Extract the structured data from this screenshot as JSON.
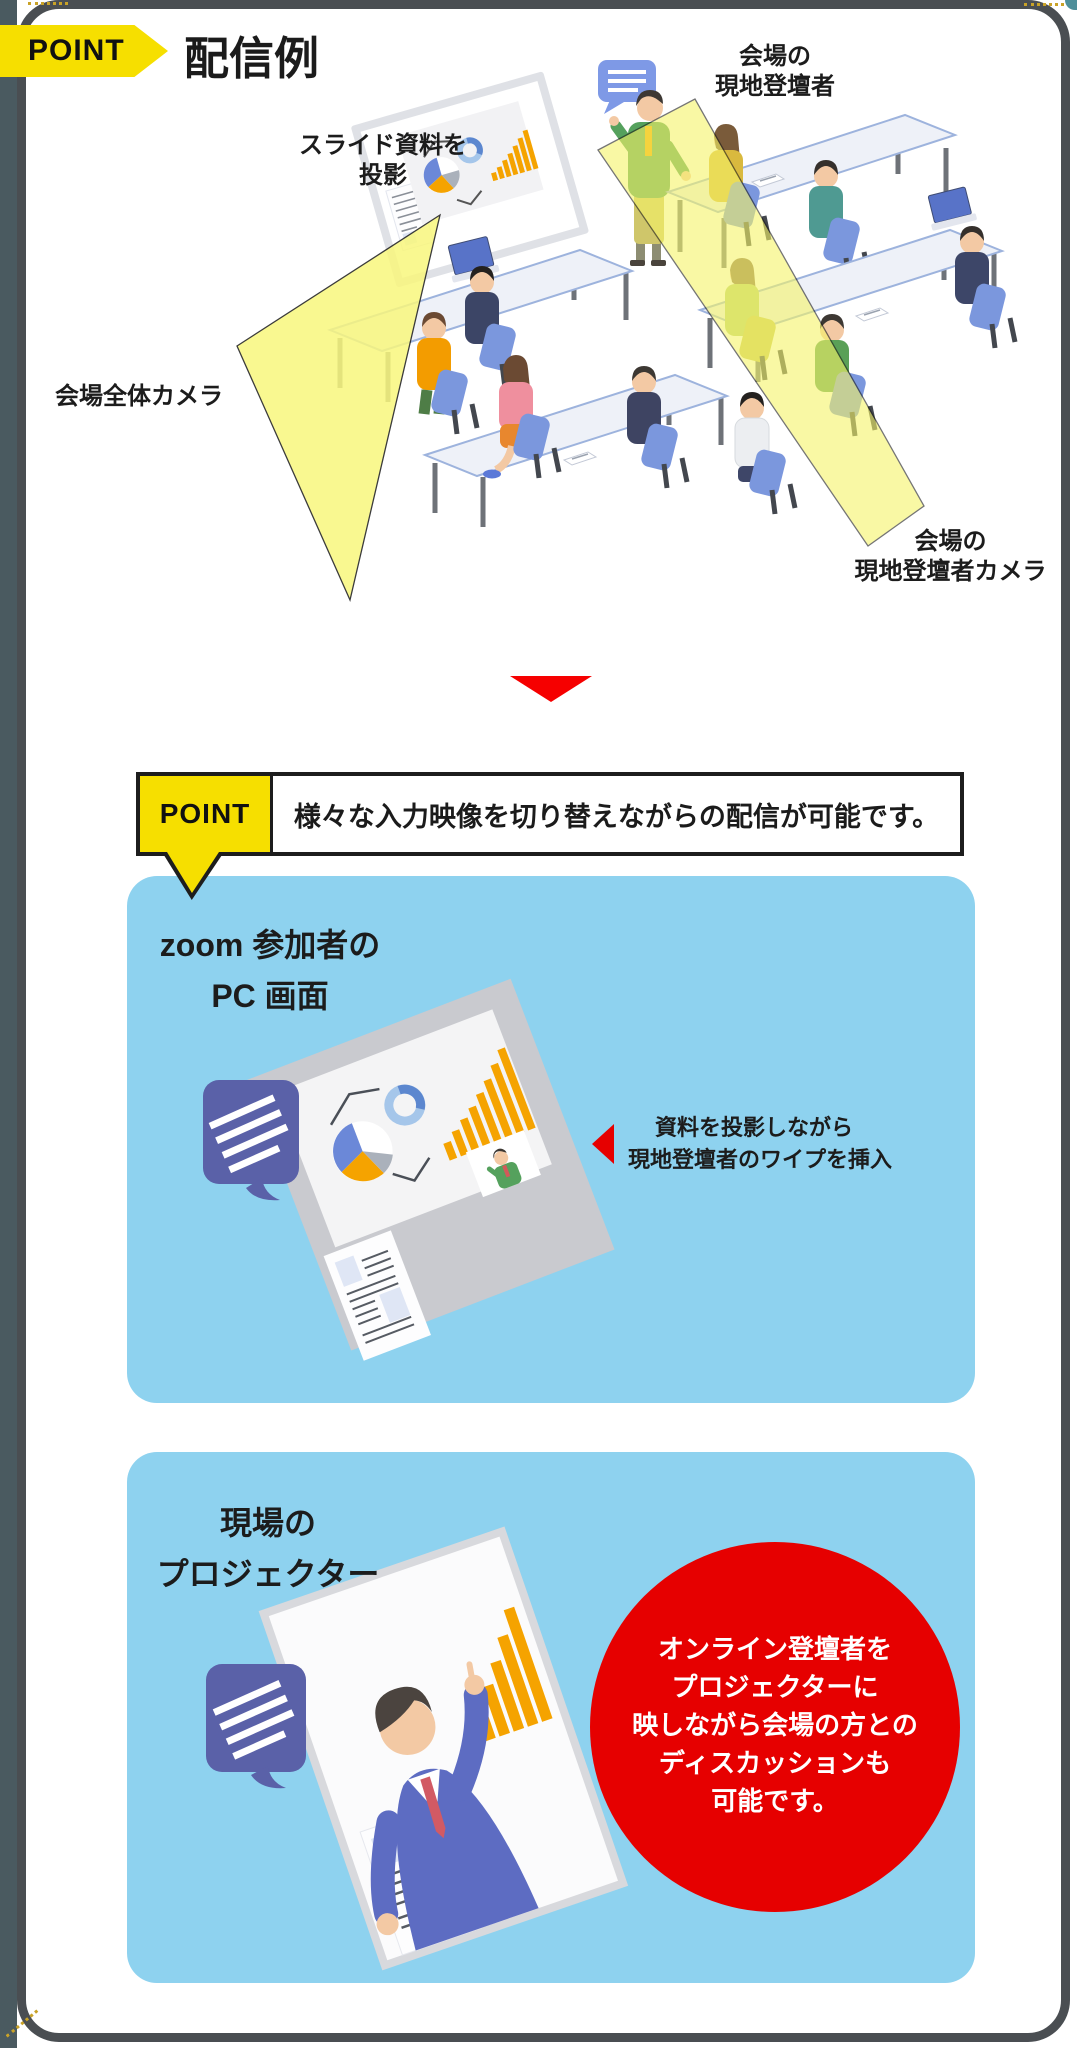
{
  "header": {
    "badge": "POINT",
    "title": "配信例"
  },
  "scene": {
    "slide_label": [
      "スライド資料を",
      "投影"
    ],
    "presenter_label": [
      "会場の",
      "現地登壇者"
    ],
    "wide_camera_label": "会場全体カメラ",
    "presenter_camera_label": [
      "会場の",
      "現地登壇者カメラ"
    ]
  },
  "point_note": {
    "badge": "POINT",
    "text": "様々な入力映像を切り替えながらの配信が可能です。"
  },
  "zoom_screen_box": {
    "title": [
      "zoom 参加者の",
      "PC 画面"
    ],
    "note": [
      "資料を投影しながら",
      "現地登壇者のワイプを挿入"
    ]
  },
  "projector_box": {
    "title": [
      "現場の",
      "プロジェクター"
    ],
    "highlight": [
      "オンライン登壇者を",
      "プロジェクターに",
      "映しながら会場の方との",
      "ディスカッションも",
      "可能です。"
    ]
  },
  "colors": {
    "accent_yellow": "#F6DF00",
    "panel_blue": "#8ED2EF",
    "accent_red": "#EA0000",
    "bubble_purple": "#5A61A8",
    "frame_gray": "#4A4E52",
    "beam_yellow": "#F9F77D",
    "chart_orange": "#F5A300"
  }
}
